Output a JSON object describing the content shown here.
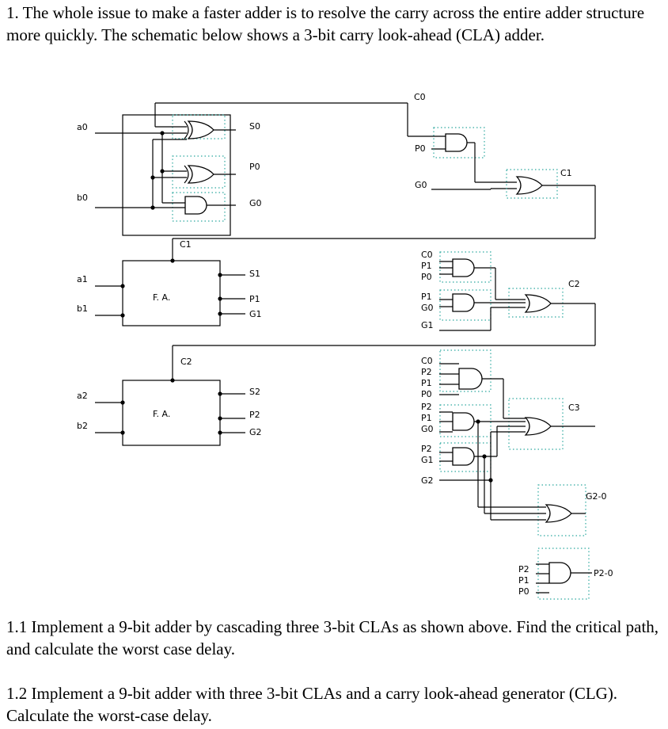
{
  "question": {
    "intro": "1. The whole issue to make a faster adder is to resolve the carry across the entire adder structure more quickly. The schematic below shows a 3-bit carry look-ahead (CLA) adder.",
    "q1_1": "1.1 Implement a 9-bit adder by cascading three 3-bit CLAs as shown above. Find the critical path, and calculate the worst case delay.",
    "q1_2": "1.2 Implement a 9-bit adder with three 3-bit CLAs and a carry look-ahead generator (CLG). Calculate the worst-case delay."
  },
  "schematic": {
    "inputs": {
      "a0": "a0",
      "b0": "b0",
      "a1": "a1",
      "b1": "b1",
      "a2": "a2",
      "b2": "b2"
    },
    "carry_in": "C0",
    "block_labels": {
      "fa1": "F. A.",
      "fa2": "F. A.",
      "c1_in": "C1",
      "c2_in": "C2"
    },
    "bit0_outputs": {
      "s": "S0",
      "p": "P0",
      "g": "G0"
    },
    "bit1_outputs": {
      "s": "S1",
      "p": "P1",
      "g": "G1"
    },
    "bit2_outputs": {
      "s": "S2",
      "p": "P2",
      "g": "G2"
    },
    "c1_logic": {
      "c0": "C0",
      "p0": "P0",
      "g0": "G0",
      "out": "C1"
    },
    "c2_logic": {
      "c0": "C0",
      "p1a": "P1",
      "p0": "P0",
      "p1b": "P1",
      "g0": "G0",
      "g1": "G1",
      "out": "C2"
    },
    "c3_logic": {
      "c0": "C0",
      "p2a": "P2",
      "p1a": "P1",
      "p0": "P0",
      "p2b": "P2",
      "p1b": "P1",
      "g0": "G0",
      "p2c": "P2",
      "g1": "G1",
      "g2": "G2",
      "out": "C3"
    },
    "group_outputs": {
      "g": "G2-0",
      "p2": "P2",
      "p1": "P1",
      "p0": "P0",
      "p": "P2-0"
    }
  }
}
